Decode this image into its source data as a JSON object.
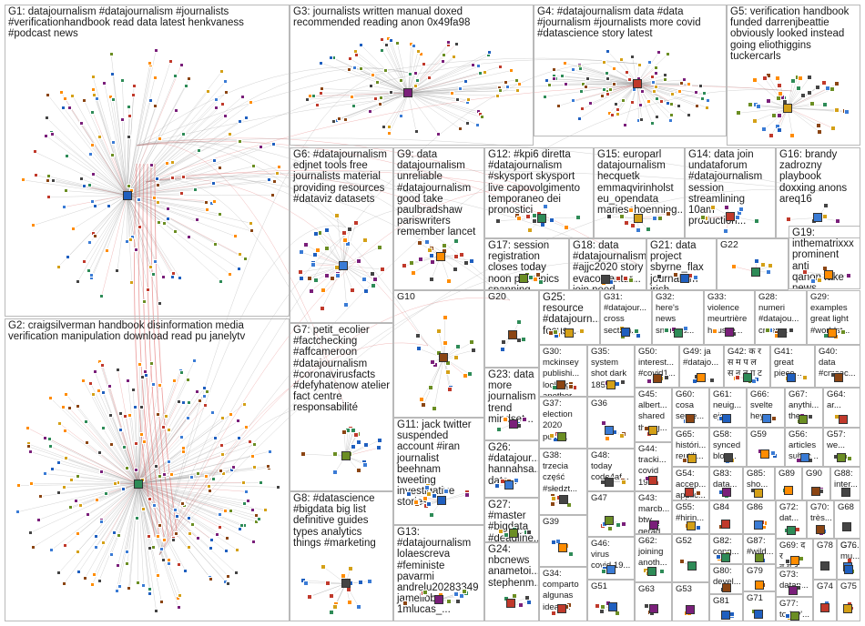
{
  "groups": [
    {
      "id": "G1",
      "label": "G1: datajournalism #datajournalism #journalists\n#verificationhandbook read data latest henkvaness\n#podcast news",
      "big": true
    },
    {
      "id": "G2",
      "label": "G2: craigsilverman handbook disinformation media\nverification manipulation download read pu janelytv",
      "big": true
    },
    {
      "id": "G3",
      "label": "G3: journalists written manual doxed\nrecommended reading anon 0x49fa98",
      "big": true
    },
    {
      "id": "G4",
      "label": "G4: #datajournalism data #data\n#journalism #journalists more covid\n#datascience story latest",
      "big": true
    },
    {
      "id": "G5",
      "label": "G5: verification handbook\nfunded darrenjbeattie\nobviously looked instead\ngoing eliothiggins\ntuckercarls",
      "big": true
    },
    {
      "id": "G6",
      "label": "G6: #datajournalism\nedjnet tools free\njournalists material\nproviding resources\n#dataviz datasets",
      "big": true
    },
    {
      "id": "G7",
      "label": "G7: petit_ecolier\n#factchecking\n#affcameroon\n#datajournalism\n#coronavirusfacts\n#defyhatenow atelier\nfact centre\nresponsabilité",
      "big": true
    },
    {
      "id": "G8",
      "label": "G8: #datascience\n#bigdata big list\ndefinitive guides\ntypes analytics\nthings #marketing",
      "big": true
    },
    {
      "id": "G9",
      "label": "G9: data\ndatajournalism\nunreliable\n#datajournalism\ngood take\npaulbradshaw\npariswriters\nremember lancet",
      "big": true
    },
    {
      "id": "G10",
      "label": "G10",
      "big": false
    },
    {
      "id": "G11",
      "label": "G11: jack twitter\nsuspended\naccount #iran\njournalist\nbeehnam tweeting\ninvestigative\nstories",
      "big": true
    },
    {
      "id": "G12",
      "label": "G12: #kpi6 diretta\n#datajournalism\n#skysport skysport\nlive capovolgimento\ntemporaneo dei\npronostici",
      "big": true
    },
    {
      "id": "G13",
      "label": "G13:\n#datajournalism\nlolaescreva\n#feministe pavarmi\nandrelu20283349\njamellobr\n1mlucas_...",
      "big": true
    },
    {
      "id": "G14",
      "label": "G14: data join\nundataforum\n#datajournalism\nsession\nstreamlining 10am\nproduction...",
      "big": true
    },
    {
      "id": "G15",
      "label": "G15: europarl\ndatajournalism\nhecquetk\nemmaqvirinholst\neu_opendata\nmarieschoenning...",
      "big": true
    },
    {
      "id": "G16",
      "label": "G16: brandy\nzadrozny\nplaybook\ndoxxing anons\nareq16",
      "big": true
    },
    {
      "id": "G17",
      "label": "G17: session\nregistration\ncloses today\nnoon pdt topics\nspanning...",
      "big": true
    },
    {
      "id": "G18",
      "label": "G18: data\n#datajournalism\n#ajjc2020 story\nevacostantar...\njoin need...",
      "big": true
    },
    {
      "id": "G19",
      "label": "G19:\ninthematrixxx\nprominent anti\nqanon fake\nnews...",
      "big": true
    },
    {
      "id": "G20",
      "label": "G20",
      "big": false
    },
    {
      "id": "G21",
      "label": "G21: data\nproject\nsbyrne_flax\njournalism\nirish",
      "big": true
    },
    {
      "id": "G22",
      "label": "G22",
      "big": false
    },
    {
      "id": "G23",
      "label": "G23: data\nmore\njournalism\ntrend\nmindset...",
      "big": true
    },
    {
      "id": "G24",
      "label": "G24:\nnbcnews\nanametoi...\nstephenm...",
      "big": true
    },
    {
      "id": "G25",
      "label": "G25:\nresource\n#datajourn...\nfocus...",
      "big": true
    },
    {
      "id": "G26",
      "label": "G26:\n#datajour...\nhannahsa...\ndata...",
      "big": true
    },
    {
      "id": "G27",
      "label": "G27:\n#master\n#bigdata\n#deadline...",
      "big": true
    },
    {
      "id": "G28",
      "label": "G28:\nnumeri\n#datajou...\ncreare...",
      "big": true
    },
    {
      "id": "G29",
      "label": "G29:\nexamples\ngreat light\n#worldst...",
      "big": true
    },
    {
      "id": "G30",
      "label": "G30:\nmckinsey\npublishi...\nlooking\nanother...",
      "big": true
    },
    {
      "id": "G31",
      "label": "G31:\n#datajour...\ncross\nsection...",
      "big": true
    },
    {
      "id": "G32",
      "label": "G32:\nhere's\nnews\nsnurb_d...",
      "big": true
    },
    {
      "id": "G33",
      "label": "G33:\nviolence\nmeurtrière\nhausse...",
      "big": true
    },
    {
      "id": "G34",
      "label": "G34:\ncomparto\nalgunas\nideas...",
      "big": true
    },
    {
      "id": "G35",
      "label": "G35:\nsystem\nshot dark\n185...",
      "big": true
    },
    {
      "id": "G36",
      "label": "G36",
      "big": false
    },
    {
      "id": "G37",
      "label": "G37:\nelection\n2020\npolls...",
      "big": true
    },
    {
      "id": "G38",
      "label": "G38:\ntrzecia\nczęść\n#słedzt...",
      "big": true
    },
    {
      "id": "G39",
      "label": "G39",
      "big": false
    },
    {
      "id": "G40",
      "label": "G40:\ndata\n#cmsac...",
      "big": true
    },
    {
      "id": "G41",
      "label": "G41:\ngreat\npiece...",
      "big": true
    },
    {
      "id": "G42",
      "label": "G42: क र\nस म प ल\nस न त ग ट",
      "big": true
    },
    {
      "id": "G43",
      "label": "G43:\nmarcb...\nbtw\ngerad...",
      "big": true
    },
    {
      "id": "G44",
      "label": "G44:\ntracki...\ncovid\n19...",
      "big": true
    },
    {
      "id": "G45",
      "label": "G45:\nalbert...\nshared\nthoug...",
      "big": true
    },
    {
      "id": "G46",
      "label": "G46:\nvirus\ncovid 19...",
      "big": true
    },
    {
      "id": "G47",
      "label": "G47",
      "big": false
    },
    {
      "id": "G48",
      "label": "G48:\ntoday\ncode4af...",
      "big": true
    },
    {
      "id": "G49",
      "label": "G49: ja\n#datajo...",
      "big": true
    },
    {
      "id": "G50",
      "label": "G50:\ninterest...\n#covid1...",
      "big": true
    },
    {
      "id": "G51",
      "label": "G51",
      "big": false
    },
    {
      "id": "G52",
      "label": "G52",
      "big": false
    },
    {
      "id": "G53",
      "label": "G53",
      "big": false
    },
    {
      "id": "G54",
      "label": "G54:\naccep...\napplic...",
      "big": true
    },
    {
      "id": "G55",
      "label": "G55:\n#hirin...",
      "big": true
    },
    {
      "id": "G56",
      "label": "G56:\narticles\nsubsc...",
      "big": true
    },
    {
      "id": "G57",
      "label": "G57:\nwe...",
      "big": true
    },
    {
      "id": "G58",
      "label": "G58:\nsynced\nblog...",
      "big": true
    },
    {
      "id": "G59",
      "label": "G59",
      "big": false
    },
    {
      "id": "G60",
      "label": "G60:\ncosa\nserve...",
      "big": true
    },
    {
      "id": "G61",
      "label": "G61:\nneuig...\nejc...",
      "big": true
    },
    {
      "id": "G62",
      "label": "G62:\njoining\nanoth...",
      "big": true
    },
    {
      "id": "G63",
      "label": "G63",
      "big": false
    },
    {
      "id": "G64",
      "label": "G64:\nar...",
      "big": true
    },
    {
      "id": "G65",
      "label": "G65:\nhistóri...\nreutili...",
      "big": true
    },
    {
      "id": "G66",
      "label": "G66:\nsvelte\nhey...",
      "big": true
    },
    {
      "id": "G67",
      "label": "G67:\nanythi...\nthe...",
      "big": true
    },
    {
      "id": "G68",
      "label": "G68",
      "big": false
    },
    {
      "id": "G69",
      "label": "G69: द र\nव य ट...",
      "big": true
    },
    {
      "id": "G70",
      "label": "G70:\ntrès...",
      "big": true
    },
    {
      "id": "G71",
      "label": "G71",
      "big": false
    },
    {
      "id": "G72",
      "label": "G72:\ndat...",
      "big": true
    },
    {
      "id": "G73",
      "label": "G73:\ndatap...",
      "big": true
    },
    {
      "id": "G74",
      "label": "G74",
      "big": false
    },
    {
      "id": "G75",
      "label": "G75",
      "big": false
    },
    {
      "id": "G76",
      "label": "G76",
      "big": false
    },
    {
      "id": "G77",
      "label": "G77:\ntoday'...",
      "big": true
    },
    {
      "id": "G78",
      "label": "G78",
      "big": false
    },
    {
      "id": "G79",
      "label": "G79",
      "big": false
    },
    {
      "id": "G80",
      "label": "G80:\ndevel...",
      "big": true
    },
    {
      "id": "G81",
      "label": "G81",
      "big": false
    },
    {
      "id": "G82",
      "label": "G82:\ncong...",
      "big": true
    },
    {
      "id": "G83",
      "label": "G83:\ndata...",
      "big": true
    },
    {
      "id": "G84",
      "label": "G84",
      "big": false
    },
    {
      "id": "G85",
      "label": "G85:\nsho...",
      "big": true
    },
    {
      "id": "G86",
      "label": "G86",
      "big": false
    },
    {
      "id": "G87",
      "label": "G87:\n#wild...",
      "big": true
    },
    {
      "id": "G88",
      "label": "G88:\ninter...",
      "big": true
    },
    {
      "id": "G89",
      "label": "G89",
      "big": false
    },
    {
      "id": "G90",
      "label": "G90",
      "big": false
    },
    {
      "id": "G7b",
      "label": "G7...\nmu...",
      "big": true
    }
  ],
  "colors": {
    "border": "#b9b9b9",
    "edge": "#9a9a9a",
    "red_edge": "#e06666",
    "node_palette": [
      "#1f5fbf",
      "#2e8b57",
      "#7a1f7a",
      "#c0392b",
      "#d4a017",
      "#3a7bd5",
      "#6b8e23",
      "#444444",
      "#ff8c00",
      "#8b4513"
    ]
  }
}
